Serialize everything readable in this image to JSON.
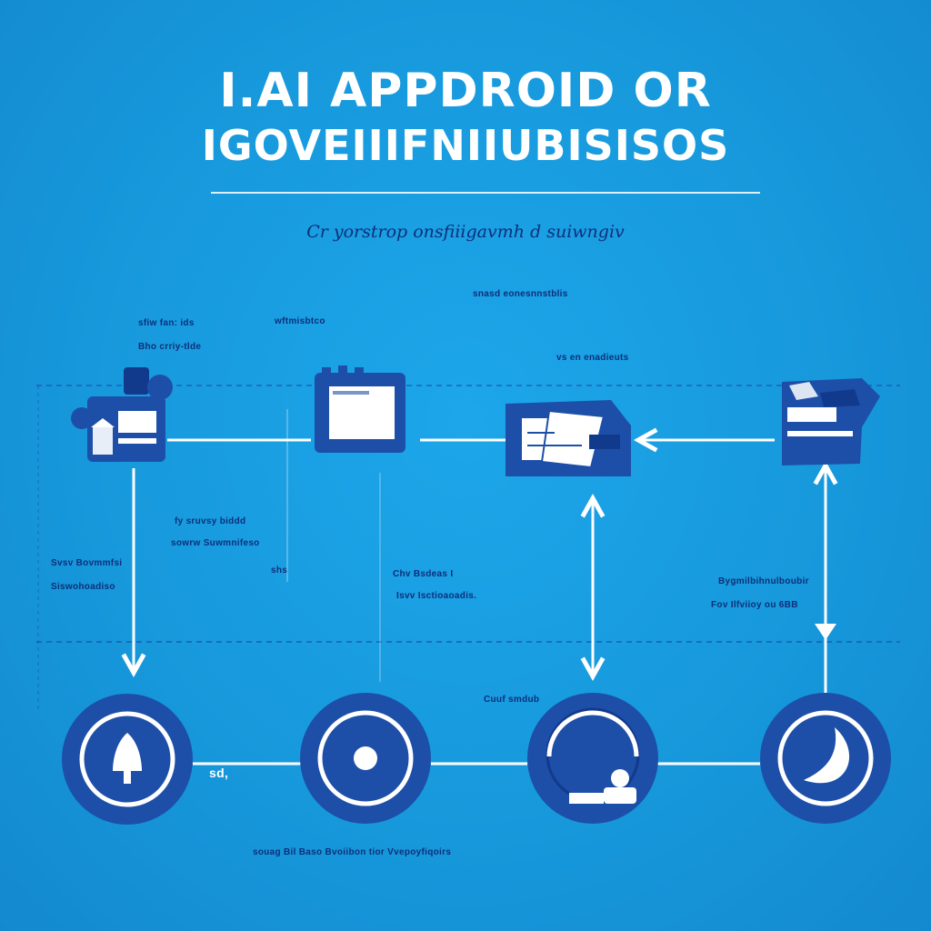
{
  "title": {
    "line1": "I.AI APPDROID OR",
    "line2": "IGOVEIIIFNIIUBISISOS"
  },
  "subtitle": "Cr yorstrop onsfiiigavmh d suiwngiv",
  "labels": {
    "top_center": "snasd eonesnnstblis",
    "left_upper_1": "sfiw fan: ids",
    "left_upper_2": "Bho crriy-tlde",
    "top_mid_left": "wftmisbtco",
    "mid_right_top": "vs en enadieuts",
    "mid_left_a": "fy sruvsy biddd",
    "mid_left_b": "sowrw Suwmnifeso",
    "far_left_a": "Svsv Bovmmfsi",
    "far_left_b": "Siswohoadiso",
    "mid_small": "shs",
    "center_a": "Chv Bsdeas I",
    "center_b": "Isvv Isctioaoadis.",
    "right_a": "Bygmilbihnulboubir",
    "right_b": "Fov Ilfviioy ou 6BB",
    "bottom_mid": "Cuuf smdub",
    "node_small": "sd,",
    "footer": "souag Bil Baso Bvoiibon tior Vvepoyfiqoirs"
  },
  "colors": {
    "background": "#1799dc",
    "node_blue": "#1d4fa8",
    "node_dark": "#123a8c",
    "line": "#ffffff",
    "text_dark": "#0d2f7a"
  },
  "icons": [
    "device-stack-icon",
    "document-window-icon",
    "folder-card-icon",
    "chat-card-icon",
    "cone-icon",
    "target-icon",
    "person-circle-icon",
    "moon-icon"
  ]
}
